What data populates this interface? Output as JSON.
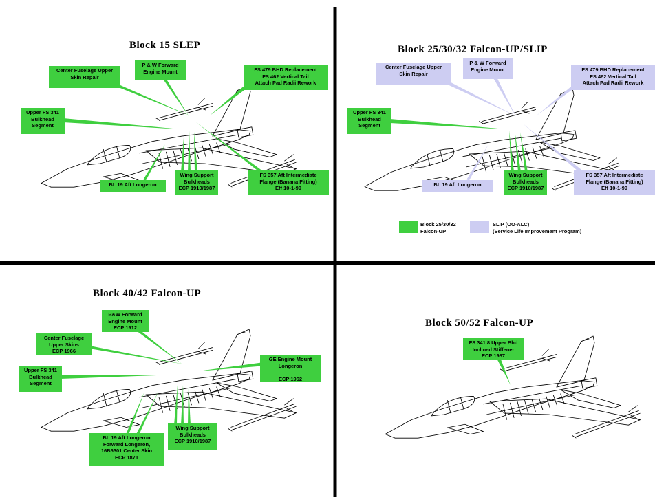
{
  "colors": {
    "falcon_up": "#3fcf3f",
    "slip": "#cdcdf2",
    "divider": "#000000",
    "jet_outline": "#000000"
  },
  "panels": {
    "block15": {
      "title": "Block 15 SLEP",
      "labels": [
        "Center Fuselage Upper\nSkin Repair",
        "P & W Forward\nEngine Mount",
        "FS 479 BHD Replacement\nFS 462 Vertical Tail\nAttach Pad Radii Rework",
        "Upper FS 341\nBulkhead\nSegment",
        "BL 19 Aft Longeron",
        "Wing Support\nBulkheads\nECP 1910/1987",
        "FS 357 Aft Intermediate\nFlange (Banana Fitting)\nEff 10-1-99"
      ]
    },
    "block25": {
      "title": "Block 25/30/32 Falcon-UP/SLIP",
      "labels": [
        "Center Fuselage Upper\nSkin Repair",
        "P & W Forward\nEngine Mount",
        "FS 479 BHD Replacement\nFS 462 Vertical Tail\nAttach Pad Radii Rework",
        "Upper FS 341\nBulkhead\nSegment",
        "BL 19 Aft Longeron",
        "Wing Support\nBulkheads\nECP 1910/1987",
        "FS 357 Aft Intermediate\nFlange (Banana Fitting)\nEff 10-1-99"
      ],
      "legend": {
        "falcon_up": "Block 25/30/32\nFalcon-UP",
        "slip": "SLIP (OO-ALC)\n(Service Life Improvement Program)"
      }
    },
    "block40": {
      "title": "Block 40/42 Falcon-UP",
      "labels": [
        "P&W Forward\nEngine Mount\nECP 1912",
        "Center Fuselage\nUpper Skins\nECP 1966",
        "GE Engine Mount\nLongeron\n\nECP 1962",
        "Upper FS 341\nBulkhead\nSegment",
        "BL 19 Aft Longeron\nForward Longeron,\n16B6301 Center Skin\nECP 1871",
        "Wing Support\nBulkheads\nECP 1910/1987"
      ]
    },
    "block50": {
      "title": "Block 50/52 Falcon-UP",
      "labels": [
        "FS 341.8 Upper Bhd\nInclined Stiffener\nECP 1987"
      ]
    }
  }
}
